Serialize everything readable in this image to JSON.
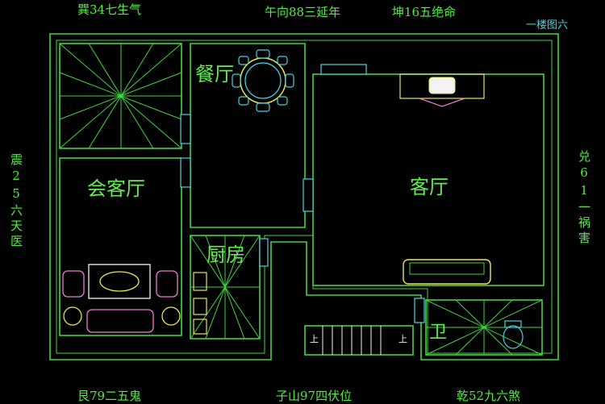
{
  "colors": {
    "wall": "#3ed83a",
    "label": "#4cf03a",
    "window": "#41d7e3",
    "furniture_yellow": "#e8e84a",
    "furniture_pink": "#f07ad8",
    "stair": "#f3f3f3"
  },
  "corner_label": "一楼图六",
  "direction_labels": {
    "top_left": "巽34七生气",
    "top_center": "午向88三延年",
    "top_right": "坤16五绝命",
    "left_vertical": "震25六天医",
    "right_vertical": "兑61一祸害",
    "bottom_left": "艮79二五鬼",
    "bottom_center": "子山97四伏位",
    "bottom_right": "乾52九六煞"
  },
  "rooms": {
    "dining": "餐厅",
    "reception": "会客厅",
    "living": "客厅",
    "kitchen": "厨房",
    "bathroom": "卫"
  },
  "stairs": {
    "up_left": "上",
    "up_right": "上"
  }
}
